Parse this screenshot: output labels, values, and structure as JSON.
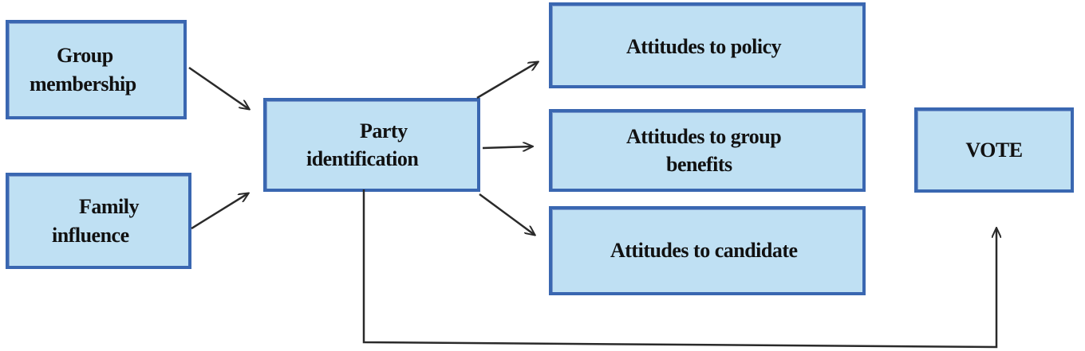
{
  "diagram": {
    "group_membership": {
      "line1": "Group",
      "line2": "membership"
    },
    "family_influence": {
      "line1": "Family",
      "line2": "influence"
    },
    "party_identification": {
      "line1": "Party",
      "line2": "identification"
    },
    "attitudes_policy": {
      "label": "Attitudes to policy"
    },
    "attitudes_group_benefits": {
      "line1": "Attitudes to group",
      "line2": "benefits"
    },
    "attitudes_candidate": {
      "label": "Attitudes to candidate"
    },
    "vote": {
      "label": "VOTE"
    }
  },
  "colors": {
    "box_fill": "#bfe0f3",
    "box_border": "#3a67b1",
    "arrow": "#2a2a2a"
  }
}
